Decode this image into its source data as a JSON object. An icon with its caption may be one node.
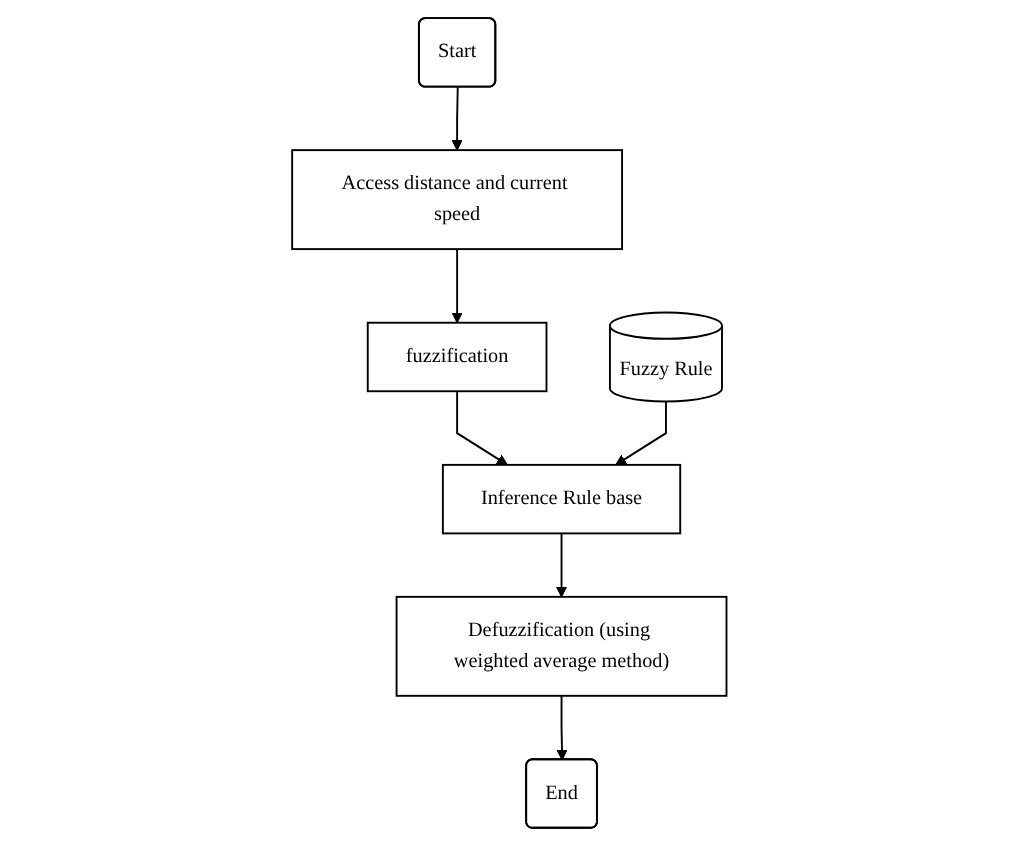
{
  "diagram": {
    "nodes": [
      {
        "text": [
          "Start"
        ]
      },
      {
        "text": [
          "Access distance and current speed"
        ]
      },
      {
        "text": [
          "fuzzification"
        ]
      },
      {
        "text": [
          "Inference Rule base"
        ]
      },
      {
        "text": [
          "Fuzzy Rule"
        ]
      },
      {
        "text": [
          "Defuzzification (using weighted average method)"
        ]
      },
      {
        "text": [
          "End"
        ]
      }
    ],
    "edges": [
      {
        "from": 0,
        "to": 1,
        "arrow": "to"
      },
      {
        "from": 1,
        "to": 2,
        "arrow": "to"
      },
      {
        "from": 2,
        "to": 3,
        "arrow": "to"
      },
      {
        "from": 4,
        "to": 3,
        "arrow": "to"
      },
      {
        "from": 3,
        "to": 5,
        "arrow": "to"
      },
      {
        "from": 5,
        "to": 6,
        "arrow": "to"
      }
    ]
  }
}
